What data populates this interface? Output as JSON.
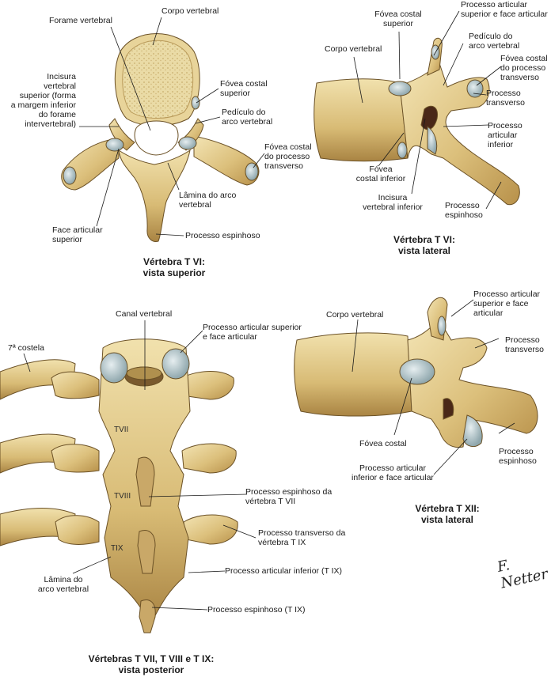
{
  "panel_superior": {
    "caption": [
      "Vértebra T VI:",
      "vista superior"
    ],
    "labels": {
      "forame_vertebral": "Forame vertebral",
      "corpo_vertebral": "Corpo vertebral",
      "incisura": [
        "Incisura",
        "vertebral",
        "superior (forma",
        "a margem inferior",
        "do forame",
        "intervertebral)"
      ],
      "fovea_costal_superior": [
        "Fóvea costal",
        "superior"
      ],
      "pediculo": [
        "Pedículo do",
        "arco vertebral"
      ],
      "fovea_costal_transverso": [
        "Fóvea costal",
        "do processo",
        "transverso"
      ],
      "lamina": [
        "Lâmina do arco",
        "vertebral"
      ],
      "face_articular_superior": [
        "Face articular",
        "superior"
      ],
      "processo_espinhoso": "Processo espinhoso"
    }
  },
  "panel_lateral_t6": {
    "caption": [
      "Vértebra T VI:",
      "vista lateral"
    ],
    "labels": {
      "fovea_costal_superior": [
        "Fóvea costal",
        "superior"
      ],
      "processo_articular": [
        "Processo articular",
        "superior e face articular"
      ],
      "corpo_vertebral": "Corpo vertebral",
      "pediculo": [
        "Pedículo do",
        "arco vertebral"
      ],
      "fovea_costal_transverso": [
        "Fóvea costal",
        "do processo",
        "transverso"
      ],
      "processo_transverso": [
        "Processo",
        "transverso"
      ],
      "processo_articular_inferior": [
        "Processo",
        "articular",
        "inferior"
      ],
      "fovea_costal_inferior": [
        "Fóvea",
        "costal inferior"
      ],
      "incisura_inferior": [
        "Incisura",
        "vertebral inferior"
      ],
      "processo_espinhoso": [
        "Processo",
        "espinhoso"
      ]
    }
  },
  "panel_posterior": {
    "caption": [
      "Vértebras T VII, T VIII e T IX:",
      "vista posterior"
    ],
    "vertebra_labels": [
      "TVII",
      "TVIII",
      "TIX"
    ],
    "labels": {
      "canal_vertebral": "Canal vertebral",
      "processo_articular_superior": [
        "Processo articular superior",
        "e face articular"
      ],
      "costela": "7ª costela",
      "espinhoso_t7": [
        "Processo espinhoso da",
        "vértebra T VII"
      ],
      "transverso_t9": [
        "Processo transverso da",
        "vértebra T IX"
      ],
      "lamina": [
        "Lâmina do",
        "arco vertebral"
      ],
      "articular_inferior_t9": "Processo articular inferior (T IX)",
      "espinhoso_t9": "Processo espinhoso (T IX)"
    }
  },
  "panel_t12": {
    "caption": [
      "Vértebra T XII:",
      "vista lateral"
    ],
    "labels": {
      "corpo_vertebral": "Corpo vertebral",
      "processo_articular_superior": [
        "Processo articular",
        "superior e face",
        "articular"
      ],
      "processo_transverso": [
        "Processo",
        "transverso"
      ],
      "fovea_costal": "Fóvea costal",
      "processo_articular_inferior": [
        "Processo articular",
        "inferior e face articular"
      ],
      "processo_espinhoso": [
        "Processo",
        "espinhoso"
      ]
    }
  },
  "signature": "F. Netter"
}
